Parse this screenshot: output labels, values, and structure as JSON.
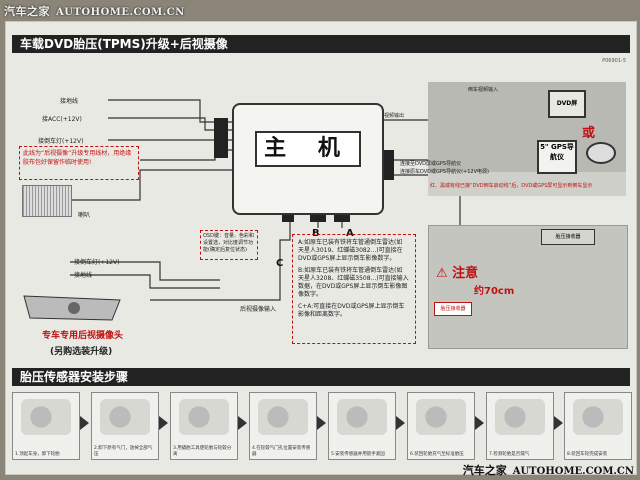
{
  "watermark_top": {
    "brand": "汽车之家",
    "url": "AUTOHOME.COM.CN"
  },
  "watermark_bottom": {
    "brand": "汽车之家",
    "url": "AUTOHOME.COM.CN"
  },
  "header_title": "车载DVD胎压(TPMS)升级+后视摄像",
  "section_title": "胎压传感器安装步骤",
  "host_label": "主 机",
  "dvd_label": "DVD屏",
  "or_label": "或",
  "gps_label": "5\" GPS导航仪",
  "left_labels": {
    "antenna": "接地线",
    "acc": "接ACC(+12V)",
    "reverse": "接倒车灯(+12V)",
    "speaker": "喇叭"
  },
  "warning_note": "此线为“后视摄像”升级专用线材，用绝缘胶布包好保留作临时使用!",
  "camera_block": {
    "reverse": "接倒车灯(+12V)",
    "ground": "接地线",
    "video_in": "后视摄像输入",
    "title": "专车专用后视摄像头",
    "subtitle": "(另购选装升级)"
  },
  "osd_note": "OSD键：音量、色彩和设置选，对比度调节功能(确定后复位状态)",
  "connector_letters": [
    "B",
    "A",
    "C"
  ],
  "info_paragraphs": [
    "A:如原车已装有铁将车管通倒车雷达(如 天星人3019、红蝶磁3082...)可直接在DVD或GPS屏上显示倒车影像数字。",
    "B:如原车已装有铁将车管通倒车雷达(如 天星人3208、红蝶磁3508...)可直接输入数据，在DVD或GPS屏上显示倒车影像图像数字。",
    "C+A:可直接在DVD或GPS屏上显示倒车影像和距离数字。"
  ],
  "right_notes": {
    "video_in": "倒车视频输入",
    "video_out": "视频输出",
    "note1": "连接至DVD屏或GPS导航仪",
    "note2": "连接原车DVD或GPS导航仪(+12V电源)",
    "note3": "红、黑或有线已接“DVD倒车启动线”后，DVD或GPS屏可显示到倒车显示",
    "tpms_box": "胎压接收器"
  },
  "car_panel": {
    "warn": "⚠ 注意",
    "dist": "约70cm",
    "tag": "胎压接收器"
  },
  "steps": [
    "1.顶起车身，卸下轮胎",
    "2.卸下原有气门，放掉全部气压",
    "3.用撬胎工具使轮胎与轮毂分离",
    "4.在轮毂气门孔位置安装传感器",
    "5.安装传感器并用扳手紧固",
    "6.装回轮胎充气至标准胎压",
    "7.检测轮胎是否漏气",
    "8.装回车轮完成安装"
  ],
  "doc_code": "P06901-5"
}
